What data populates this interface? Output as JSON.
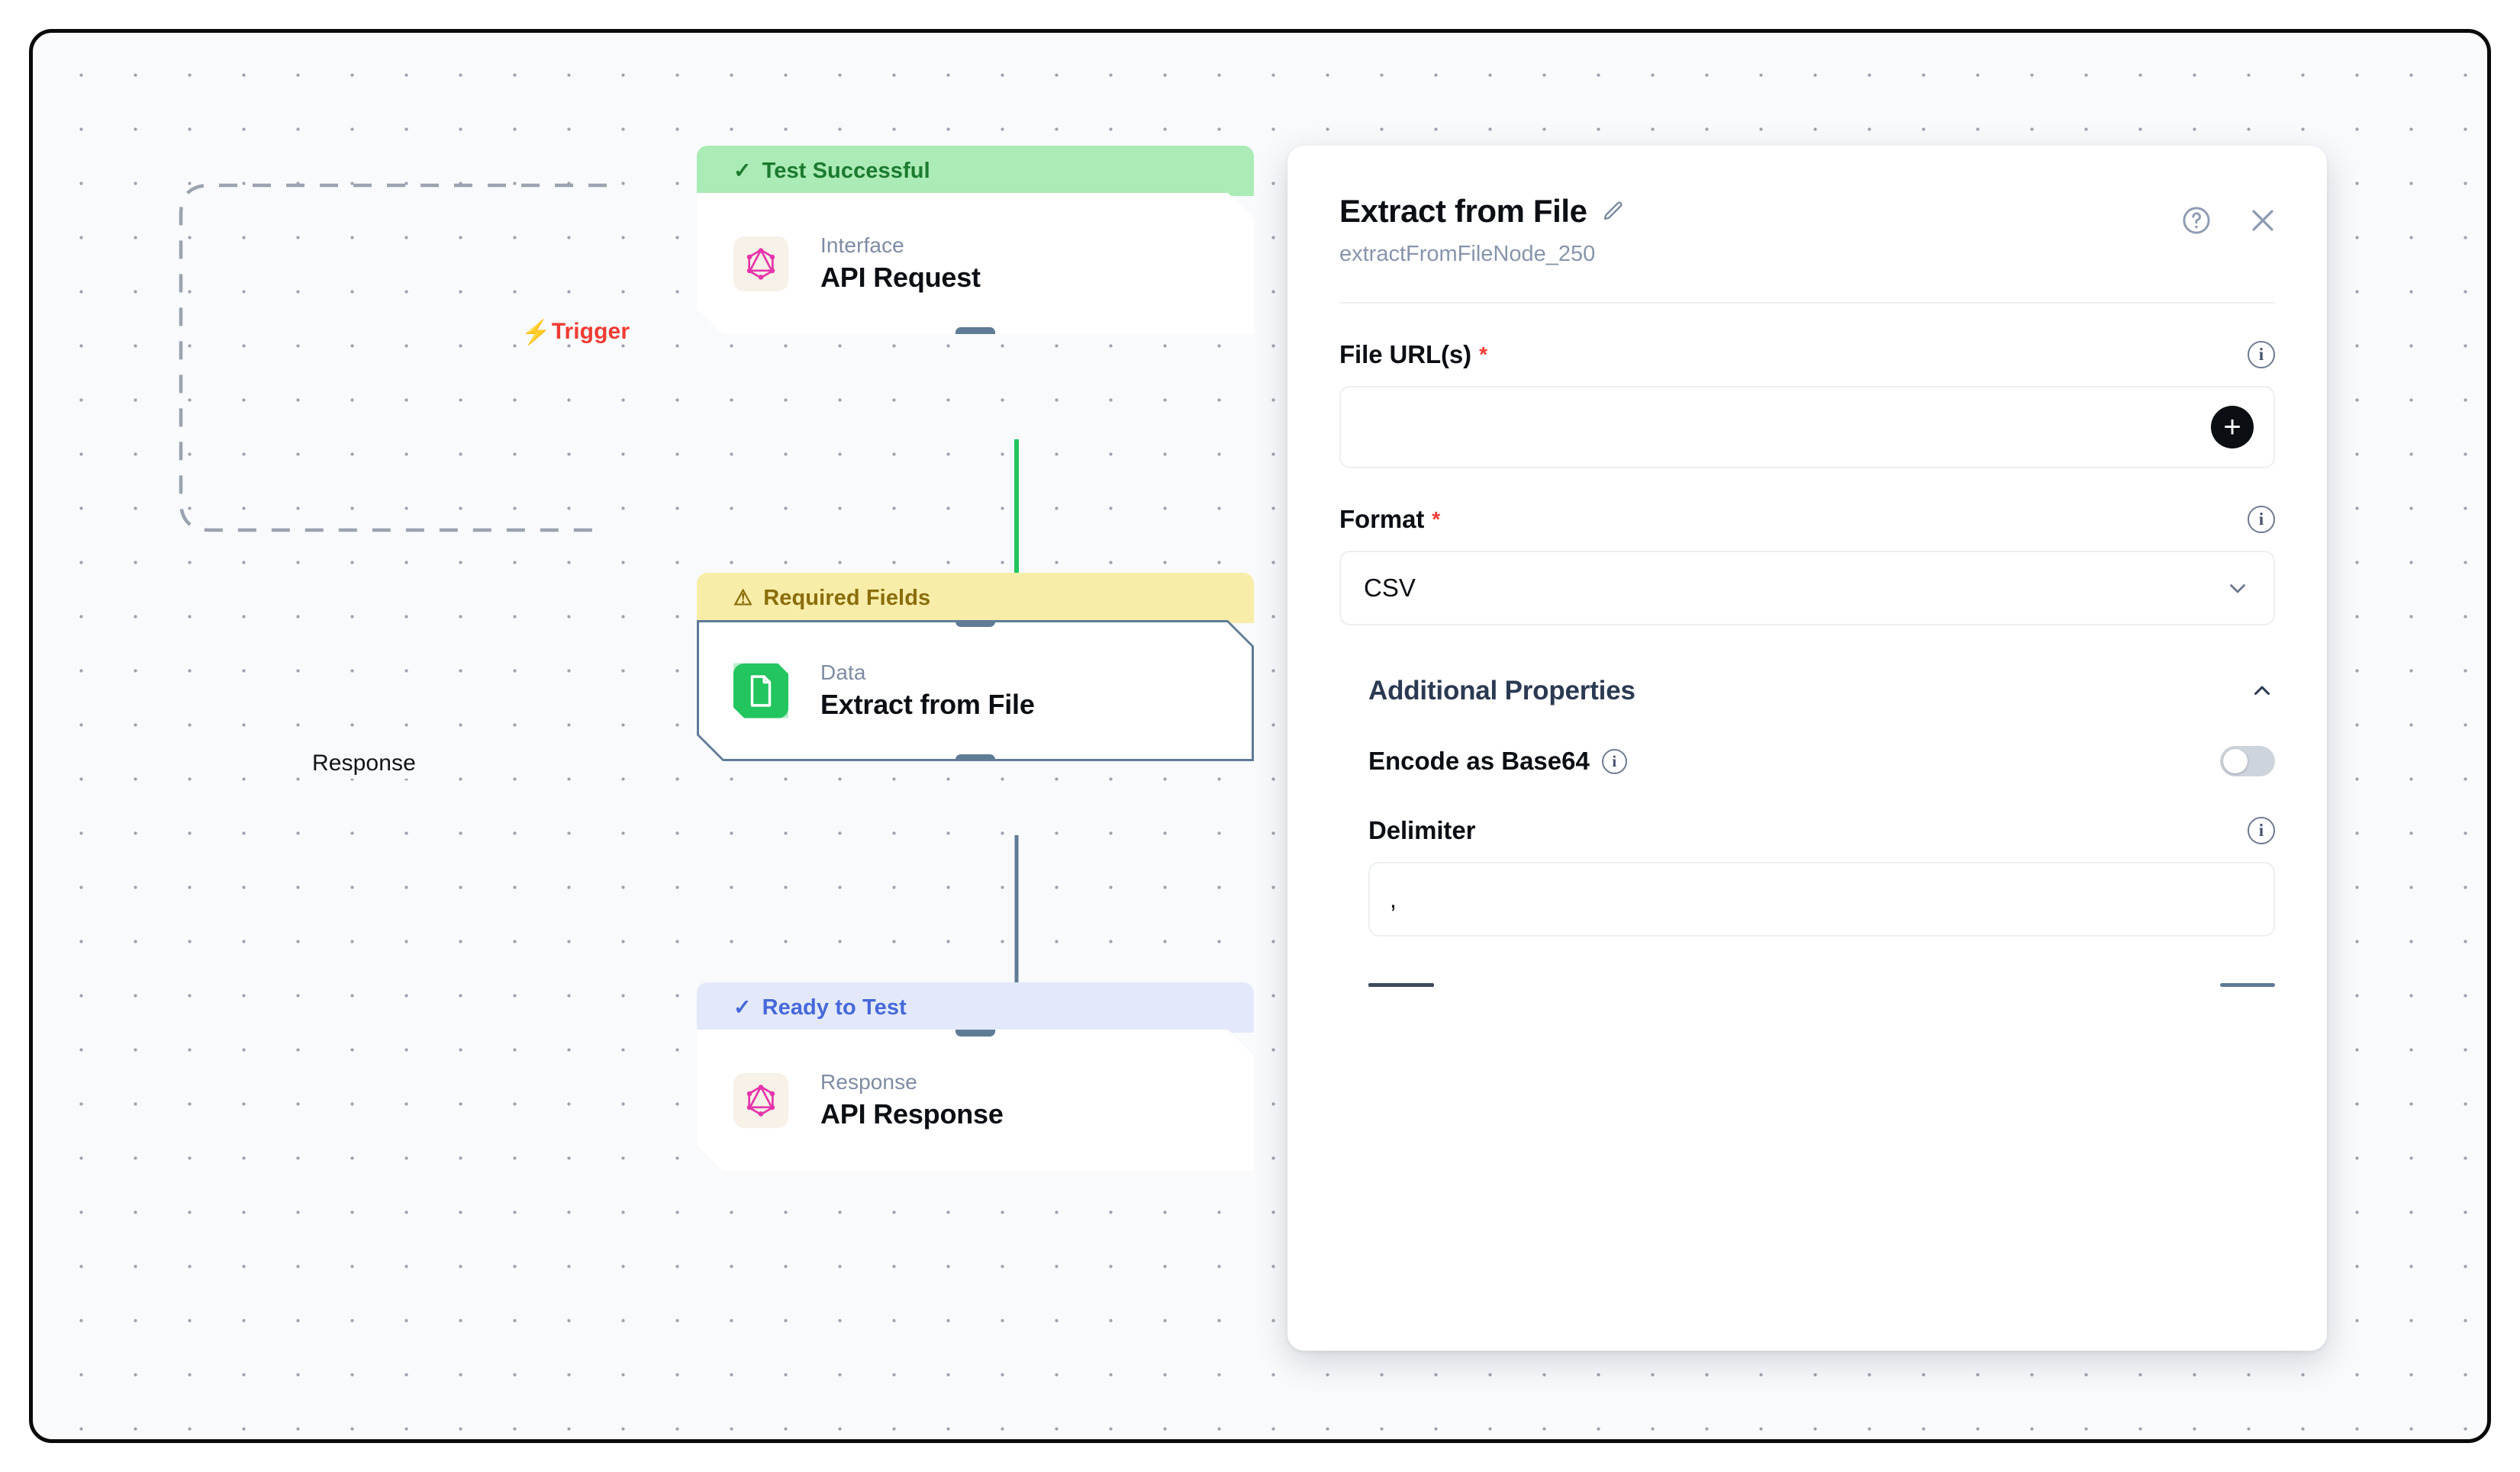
{
  "canvas": {
    "edges": [
      {
        "id": "trigger",
        "label": "Trigger",
        "icon": "lightning-bolt-icon",
        "color": "#ef3b33"
      },
      {
        "id": "response",
        "label": "Response",
        "icon": "",
        "color": "#111418"
      }
    ],
    "nodes": [
      {
        "id": "api-request",
        "status_label": "Test Successful",
        "status_icon": "check-icon",
        "status_variant": "success",
        "kind": "Interface",
        "title": "API Request",
        "icon": "graphql-icon",
        "selected": false
      },
      {
        "id": "extract-from-file",
        "status_label": "Required Fields",
        "status_icon": "warning-triangle-icon",
        "status_variant": "warn",
        "kind": "Data",
        "title": "Extract from File",
        "icon": "file-document-icon",
        "selected": true
      },
      {
        "id": "api-response",
        "status_label": "Ready to Test",
        "status_icon": "check-icon",
        "status_variant": "info",
        "kind": "Response",
        "title": "API Response",
        "icon": "graphql-icon",
        "selected": false
      }
    ]
  },
  "panel": {
    "title": "Extract from File",
    "edit_icon": "pencil-icon",
    "subtitle": "extractFromFileNode_250",
    "help_icon": "help-circle-icon",
    "close_icon": "close-icon",
    "fields": {
      "file_urls": {
        "label": "File URL(s)",
        "required_marker": "*",
        "value": "",
        "placeholder": "",
        "info_icon": "info-icon",
        "add_icon": "plus-icon"
      },
      "format": {
        "label": "Format",
        "required_marker": "*",
        "value": "CSV",
        "info_icon": "info-icon",
        "chevron_icon": "chevron-down-icon"
      }
    },
    "additional_properties": {
      "title": "Additional Properties",
      "collapse_icon": "chevron-up-icon",
      "encode_base64": {
        "label": "Encode as Base64",
        "info_icon": "info-icon",
        "enabled": false
      },
      "delimiter": {
        "label": "Delimiter",
        "info_icon": "info-icon",
        "value": ",",
        "placeholder": ""
      }
    }
  },
  "colors": {
    "accent_red": "#ef3b33",
    "success_bg": "#abebb6",
    "success_fg": "#1b7a2e",
    "warn_bg": "#f8eda8",
    "warn_fg": "#8a6d0b",
    "info_bg": "#e3e9fb",
    "info_fg": "#4668d8",
    "node_border": "#5f7b96",
    "edge_active": "#22c55e",
    "canvas_bg": "#f8fafc"
  }
}
